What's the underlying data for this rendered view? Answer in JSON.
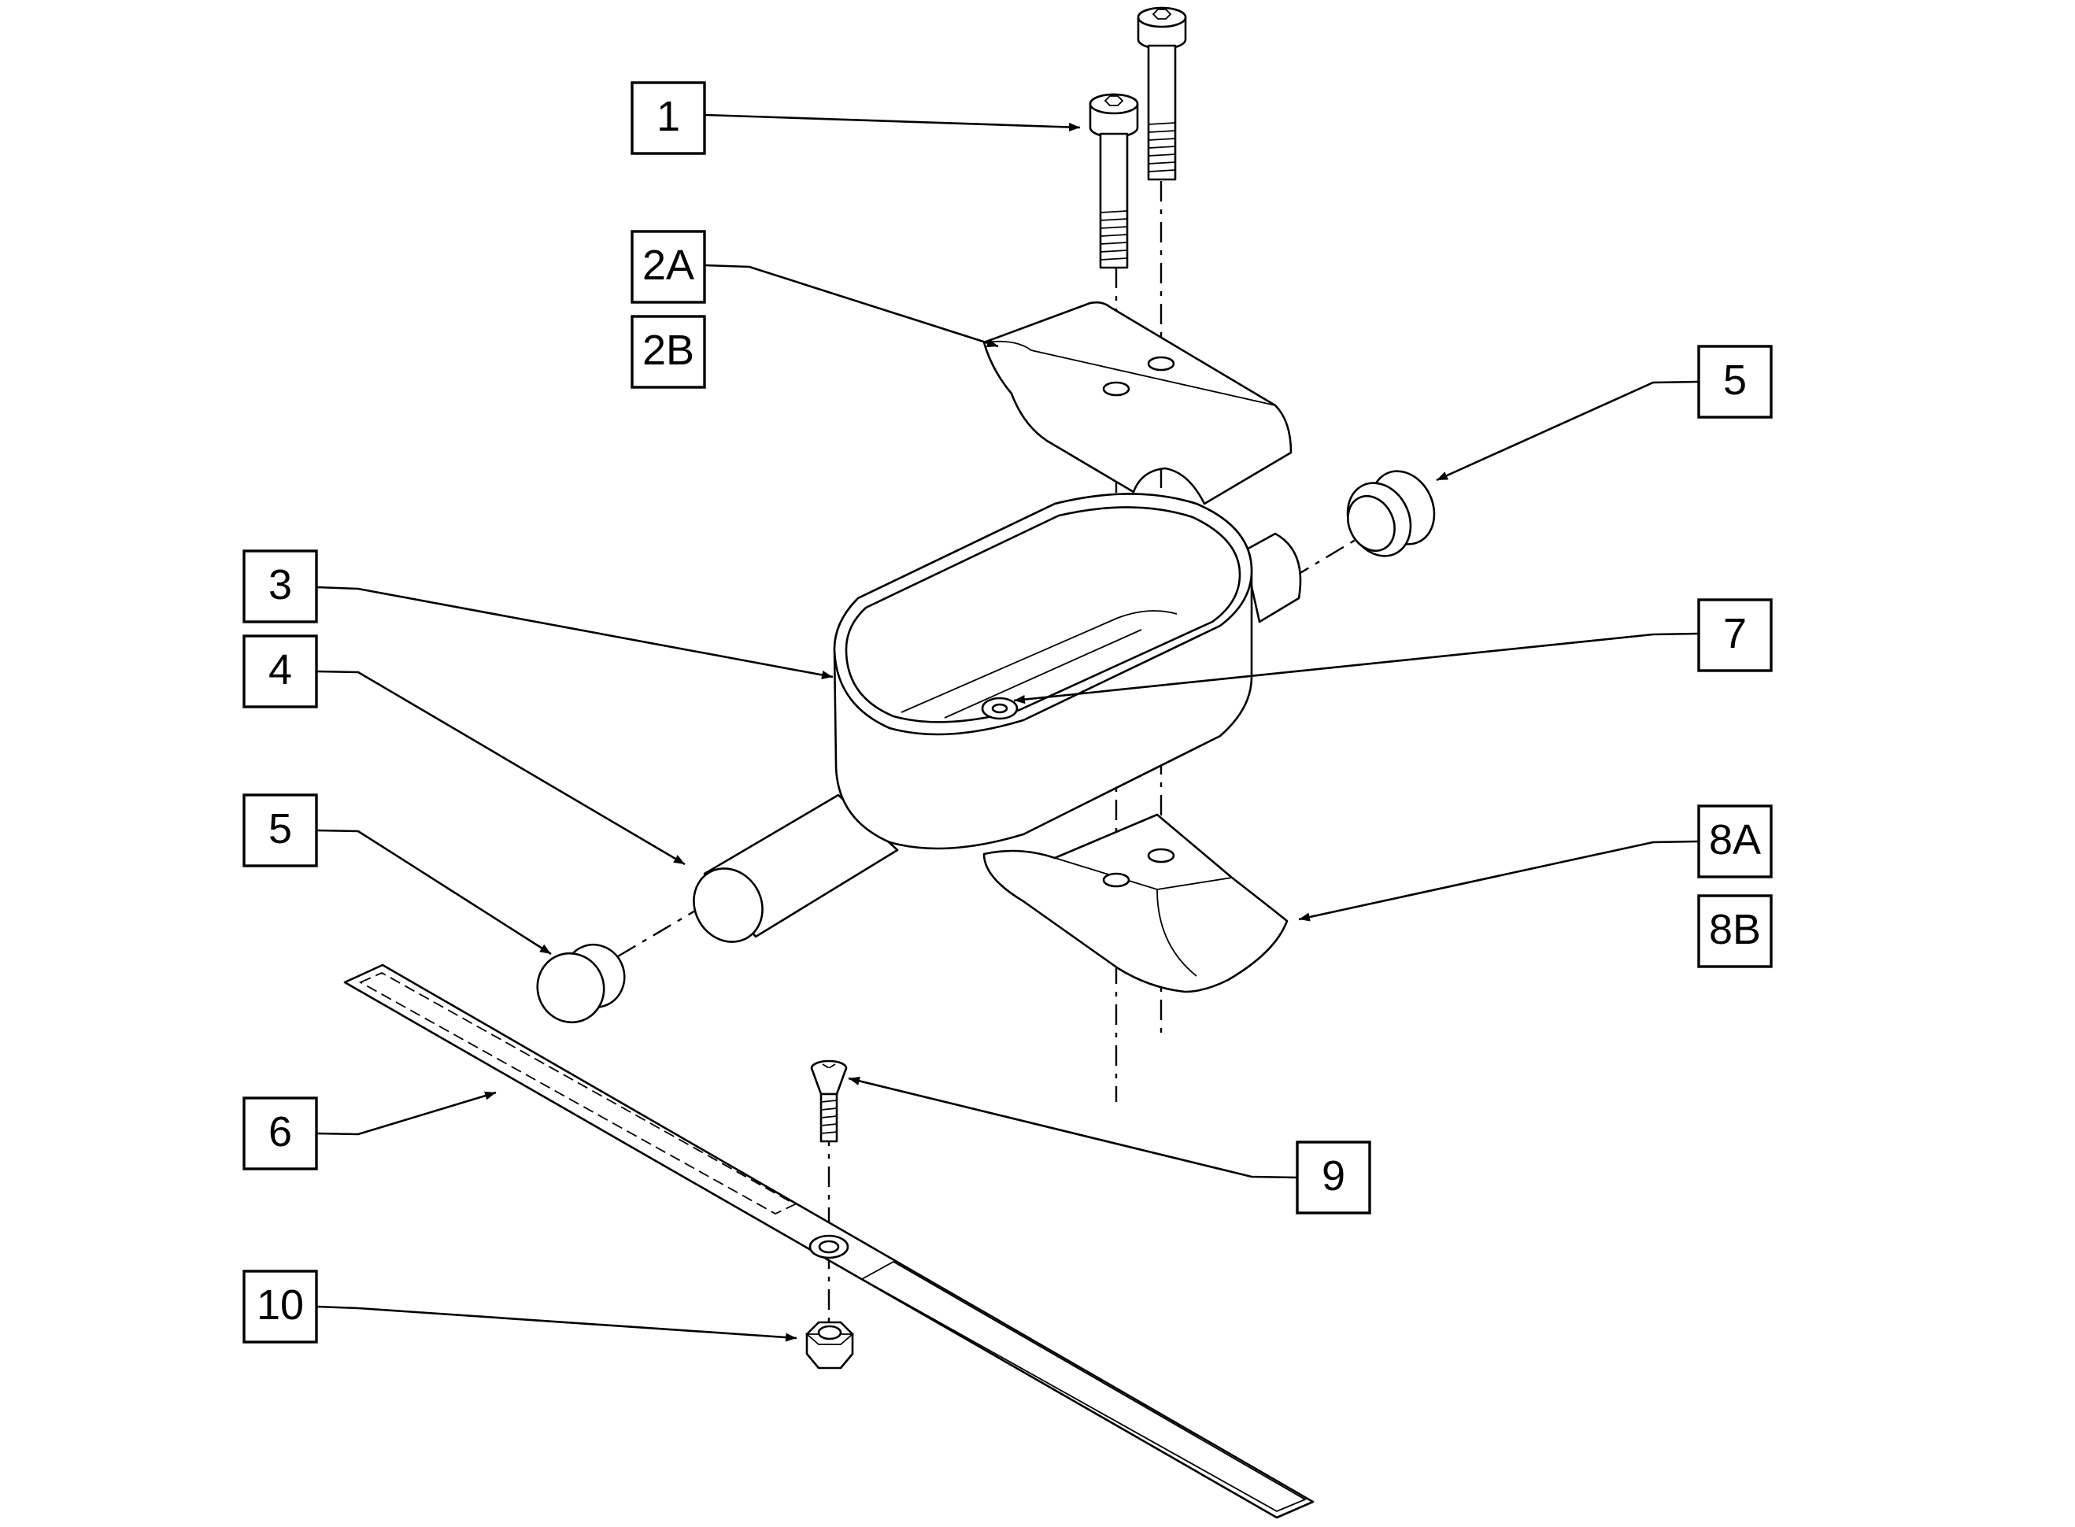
{
  "diagram": {
    "callouts": [
      {
        "id": "c1",
        "label": "1"
      },
      {
        "id": "c2a",
        "label": "2A"
      },
      {
        "id": "c2b",
        "label": "2B"
      },
      {
        "id": "c5r",
        "label": "5"
      },
      {
        "id": "c3",
        "label": "3"
      },
      {
        "id": "c7",
        "label": "7"
      },
      {
        "id": "c4",
        "label": "4"
      },
      {
        "id": "c5l",
        "label": "5"
      },
      {
        "id": "c8a",
        "label": "8A"
      },
      {
        "id": "c8b",
        "label": "8B"
      },
      {
        "id": "c6",
        "label": "6"
      },
      {
        "id": "c9",
        "label": "9"
      },
      {
        "id": "c10",
        "label": "10"
      }
    ]
  },
  "colors": {
    "line": "#000000",
    "background": "#ffffff"
  }
}
